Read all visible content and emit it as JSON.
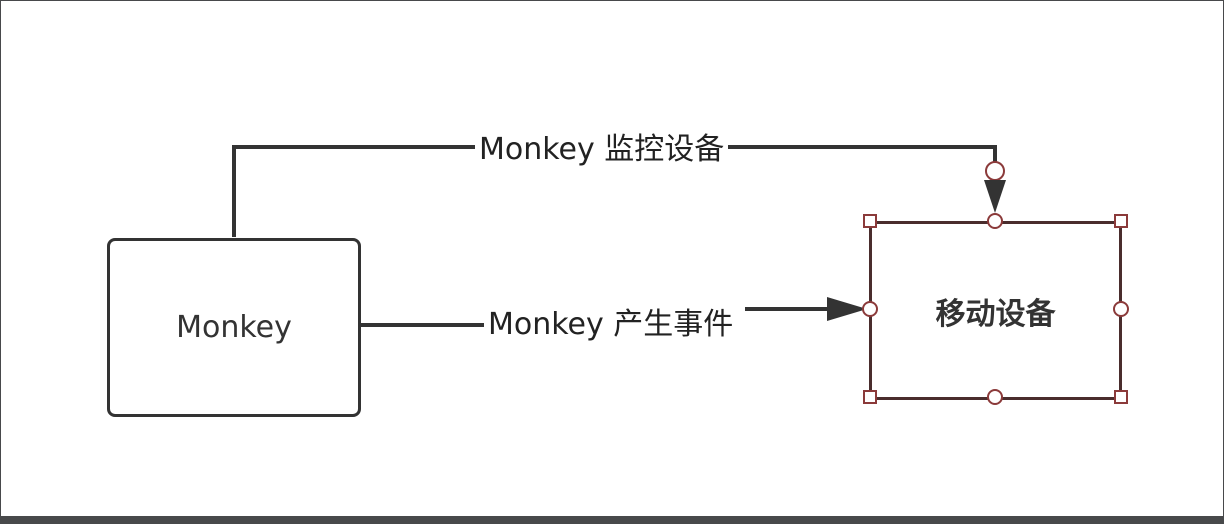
{
  "diagram": {
    "nodes": {
      "monkey": {
        "label": "Monkey"
      },
      "device": {
        "label": "移动设备",
        "selected": true
      }
    },
    "edges": {
      "monitor": {
        "from": "monkey",
        "to": "device",
        "label": "Monkey 监控设备"
      },
      "events": {
        "from": "monkey",
        "to": "device",
        "label": "Monkey 产生事件"
      }
    }
  },
  "colors": {
    "frame": "#48494b",
    "canvas": "#ffffff",
    "line": "#333333",
    "selection": "#8b3a3a"
  }
}
